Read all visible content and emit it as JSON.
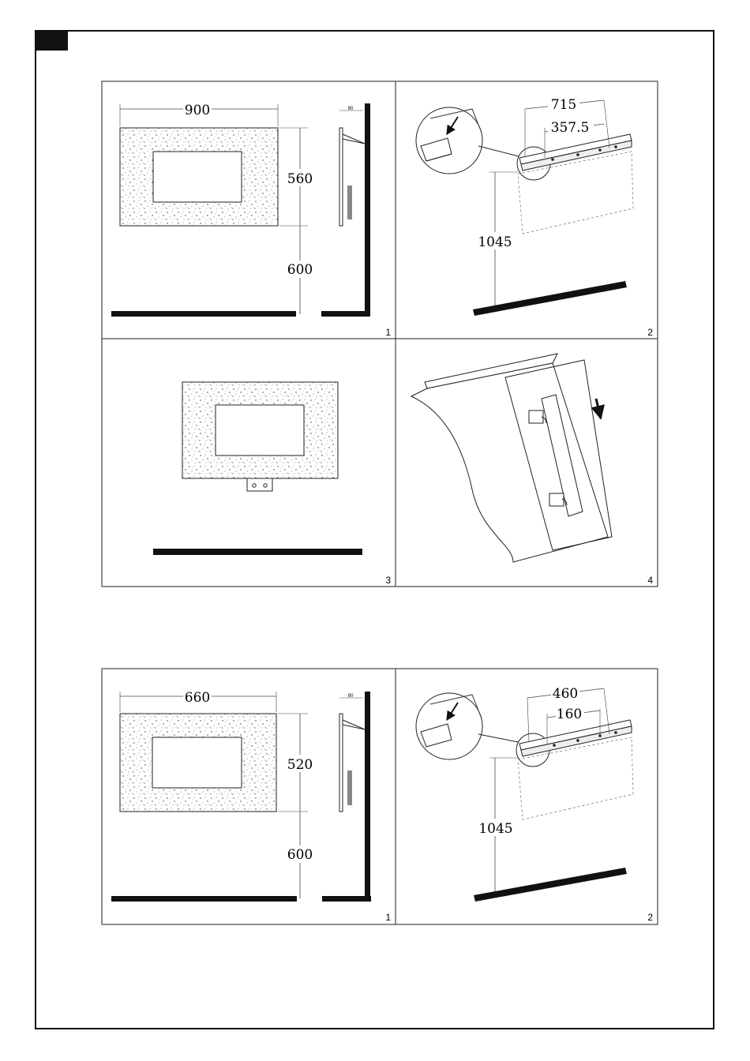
{
  "top_set": {
    "panel1": {
      "num": "1",
      "width": "900",
      "height": "560",
      "floor": "600",
      "depth": "90"
    },
    "panel2": {
      "num": "2",
      "outer": "715",
      "inner": "357.5",
      "drop": "1045"
    },
    "panel3": {
      "num": "3"
    },
    "panel4": {
      "num": "4"
    }
  },
  "bottom_set": {
    "panel1": {
      "num": "1",
      "width": "660",
      "height": "520",
      "floor": "600",
      "depth": "90"
    },
    "panel2": {
      "num": "2",
      "outer": "460",
      "inner": "160",
      "drop": "1045"
    }
  }
}
